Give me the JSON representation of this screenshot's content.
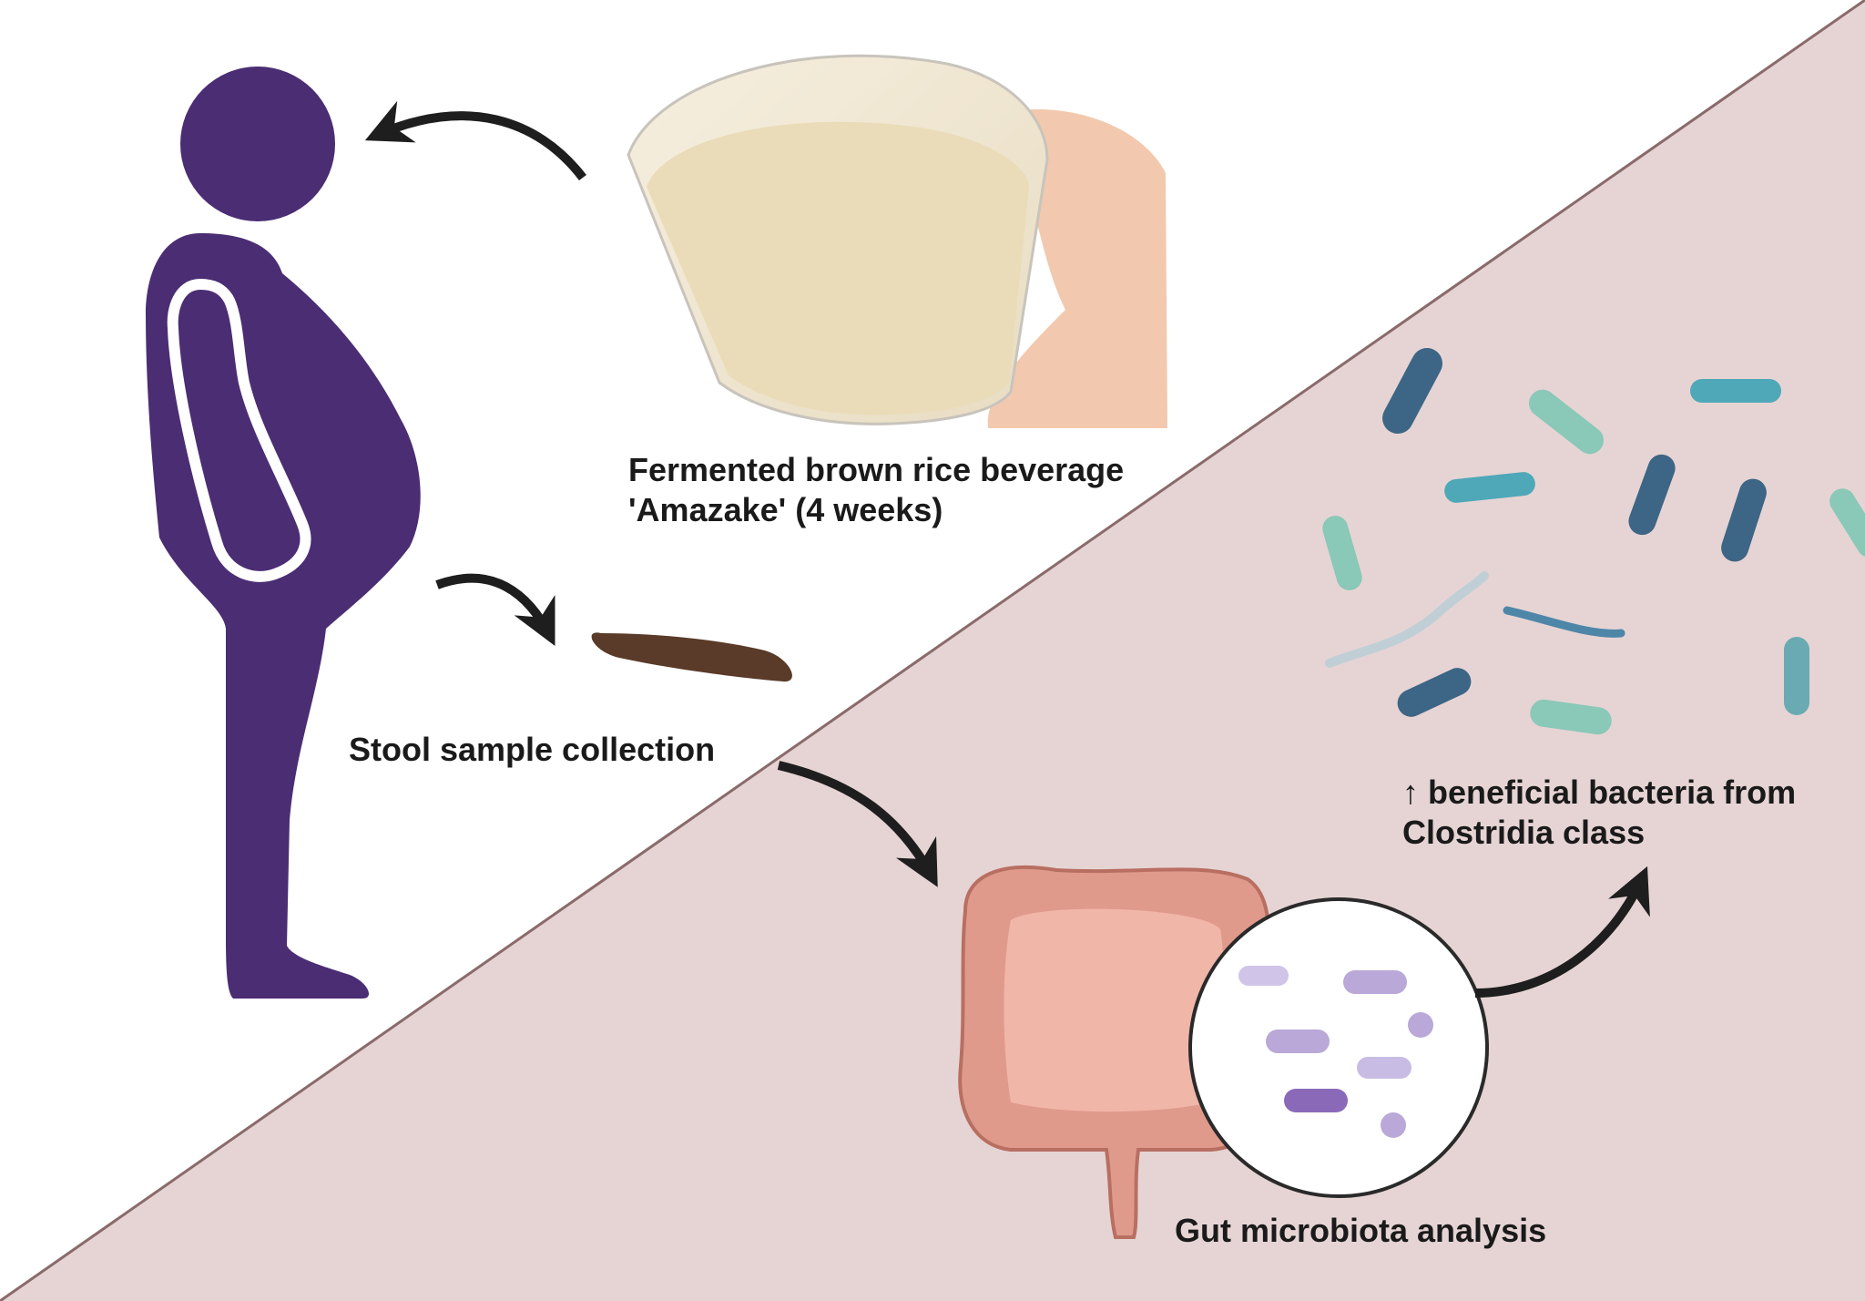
{
  "colors": {
    "figure_purple": "#4b2d73",
    "background_pink": "#e6d4d4",
    "arrow": "#1e1e1e",
    "bacteria_dark": "#3d6585",
    "bacteria_mint": "#8ac8b8",
    "bacteria_teal": "#4ea8b8",
    "microbe_lavender": "#b9a8d8",
    "intestine": "#e09a8c",
    "stool_brown": "#5a3a28"
  },
  "icons": [
    "person-with-obesity-icon",
    "amazake-glass-photo",
    "stool-sample-icon",
    "intestine-icon",
    "magnified-microbe-icon",
    "bacteria-cluster-icon",
    "curved-arrow-icon"
  ],
  "labels": {
    "beverage_line1": "Fermented brown rice beverage",
    "beverage_line2": "'Amazake' (4 weeks)",
    "stool": "Stool sample collection",
    "benefit_line1": "↑ beneficial bacteria from",
    "benefit_line2": "Clostridia class",
    "gut": "Gut microbiota analysis"
  }
}
